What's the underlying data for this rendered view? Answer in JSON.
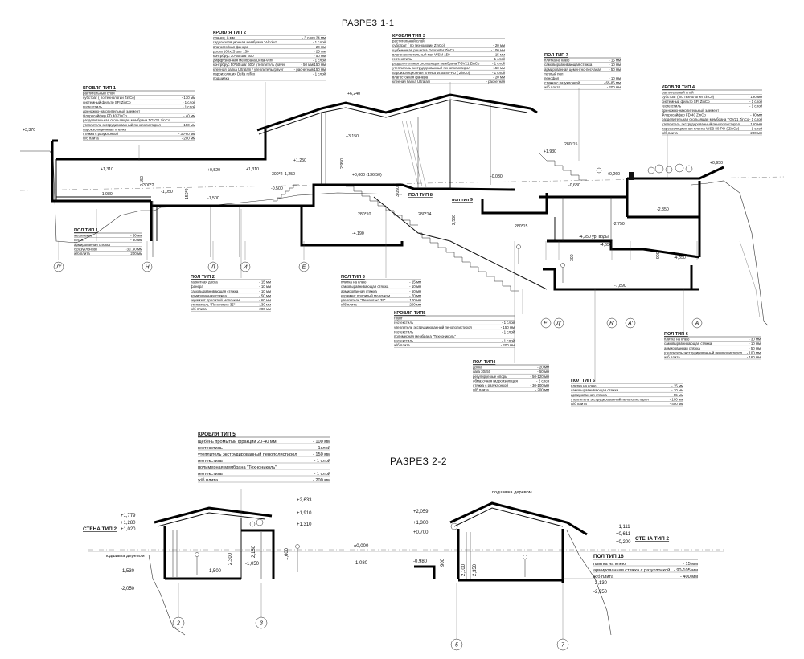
{
  "section1": {
    "title": "РАЗРЕЗ 1-1",
    "labels": [
      {
        "title": "КРОВЛЯ ТИП 1",
        "layers": [
          [
            "растительный слой",
            ""
          ],
          [
            "субстрат ( по технологии ZinCo)",
            "- 130 мм"
          ],
          [
            "системный фильтр SFI ZinCo",
            "- 1 слой"
          ],
          [
            "геотекстиль",
            "- 1 слой"
          ],
          [
            "дренажно-накопительный элемент",
            ""
          ],
          [
            "Флоросайфер FD 40 ZinCo",
            "- 40 мм"
          ],
          [
            "разделительная скользящая мембрана TGV21 ZinCo",
            ""
          ],
          [
            "утеплитель экструдированный пенополистирол",
            "- 150 мм"
          ],
          [
            "пароизоляционная пленка",
            ""
          ],
          [
            "стяжка с разуклонкой",
            "- 30-60 мм"
          ],
          [
            "ж/б плита",
            "- 200 мм"
          ]
        ]
      },
      {
        "title": "КРОВЛЯ ТИП 2",
        "layers": [
          [
            "сланец, 8 мм",
            "- 3 слоя 24 мм"
          ],
          [
            "гидроизоляционная мембрана \"Alcobo\"",
            "- 1 слой"
          ],
          [
            "влагостойкая фанера",
            "- 20 мм"
          ],
          [
            "доска 100х25 шаг 150",
            "- 25 мм"
          ],
          [
            "контрбрус 30*50 шаг 600",
            "- 50 мм"
          ],
          [
            "диффузионная мембрана Delta-Vent",
            "- 1 слой"
          ],
          [
            "контрбрус 50*50 шаг 600/ утеплитель /paver",
            "- 50 мм/150 мм"
          ],
          [
            "клееная балка Ultralam / утеплитель /paver",
            "- расчетная/150 мм"
          ],
          [
            "пароизоляция Delta reflex",
            "- 1 слой"
          ],
          [
            "подшивка",
            ""
          ]
        ]
      },
      {
        "title": "КРОВЛЯ ТИП 3",
        "layers": [
          [
            "растительный слой",
            ""
          ],
          [
            "субстрат ( по технологии ZinCo)",
            "- 20 мм"
          ],
          [
            "щебеночная решетка Georaster ZinCo",
            "- 100 мм"
          ],
          [
            "влагонакопительный мат WSM 150",
            "- 15 мм"
          ],
          [
            "геотекстиль",
            "- 1 слой"
          ],
          [
            "разделительная скользящая мембрана TGV21 ZinCo",
            "- 1 слой"
          ],
          [
            "утеплитель экструдированный пенополистирол",
            "- 150 мм"
          ],
          [
            "пароизоляционная пленка WSB 80-PO ( ZinCo)",
            "- 1 слой"
          ],
          [
            "влагостойкая фанера",
            "- 20 мм"
          ],
          [
            "клееная балка Ultralam",
            "- расчетная"
          ]
        ]
      },
      {
        "title": "ПОЛ ТИП 7",
        "layers": [
          [
            "плитка на клею",
            "- 15 мм"
          ],
          [
            "самовыравнивающая стяжка",
            "- 10 мм"
          ],
          [
            "армированная цементно-песчаная",
            "- 50 мм"
          ],
          [
            "теплый пол",
            ""
          ],
          [
            "пенофол",
            "- 10 мм"
          ],
          [
            "стяжка с разуклонкой",
            "- 65-85 мм"
          ],
          [
            "ж/б плита",
            "- 200 мм"
          ]
        ]
      },
      {
        "title": "КРОВЛЯ ТИП 4",
        "layers": [
          [
            "растительный слой",
            ""
          ],
          [
            "субстрат ( по технологии ZinCo)",
            "- 190 мм"
          ],
          [
            "системный фильтр SFI ZinCo",
            "- 1 слой"
          ],
          [
            "геотекстиль",
            "- 1 слой"
          ],
          [
            "дренажно-накопительный элемент",
            ""
          ],
          [
            "Флоросайфер FD 40 ZinCo",
            "- 40 мм"
          ],
          [
            "разделительная скользящая мембрана TGV21 ZinCo",
            "- 1 слой"
          ],
          [
            "утеплитель экструдированный пенополистирол",
            "- 150 мм"
          ],
          [
            "пароизоляционная пленка WSB 80-PO ( ZinCo)",
            "- 1 слой"
          ],
          [
            "ж/б плита",
            "- 200 мм"
          ]
        ]
      },
      {
        "title": "ПОЛ ТИП 1",
        "layers": [
          [
            "мешковина",
            "- 50 мм"
          ],
          [
            "песок",
            "- 30 мм"
          ],
          [
            "армированная стяжка",
            ""
          ],
          [
            "с разуклонкой",
            "- 30..90 мм"
          ],
          [
            "ж/б плита",
            "- 200 мм"
          ]
        ]
      },
      {
        "title": "ПОЛ ТИП 2",
        "layers": [
          [
            "паркетная доска",
            "- 15 мм"
          ],
          [
            "фанера",
            "- 10 мм"
          ],
          [
            "самовыравнивающая стяжка",
            "- 10 мм"
          ],
          [
            "армированная стяжка",
            "- 50 мм"
          ],
          [
            "керамзит пролитый молочком",
            "- 60 мм"
          ],
          [
            "утеплитель \"Пеноплэкс 35\"",
            "- 130 мм"
          ],
          [
            "ж/б плита",
            "- 200 мм"
          ]
        ]
      },
      {
        "title": "ПОЛ ТИП 3",
        "layers": [
          [
            "плитка на клею",
            "- 15 мм"
          ],
          [
            "самовыравнивающая стяжка",
            "- 10 мм"
          ],
          [
            "армированная стяжка",
            "- 50 мм"
          ],
          [
            "керамзит пролитый молочком",
            "- 70 мм"
          ],
          [
            "утеплитель \"Пеноплэкс 35\"",
            "- 100 мм"
          ],
          [
            "ж/б плита",
            "- 200 мм"
          ]
        ]
      },
      {
        "title": "КРОВЛЯ ТИП5",
        "layers": [
          [
            "грунт",
            ""
          ],
          [
            "геотекстиль",
            "- 1 слой"
          ],
          [
            "утеплитель экструдированный пенополистирол",
            "- 150 мм"
          ],
          [
            "геотекстиль",
            "- 1 слой"
          ],
          [
            "полимерная мембрана \"Технониколь\"",
            ""
          ],
          [
            "геотекстиль",
            "- 1 слой"
          ],
          [
            "ж/б плита",
            "- 200 мм"
          ]
        ]
      },
      {
        "title": "ПОЛ ТИП4",
        "layers": [
          [
            "доска",
            "- 20 мм"
          ],
          [
            "лага 30х50",
            "- 50 мм"
          ],
          [
            "регулируемые опоры",
            "- 50-120 мм"
          ],
          [
            "обмазочная гидроизоляция",
            "- 2 слоя"
          ],
          [
            "стяжка с разуклонкой",
            "- 30-100 мм"
          ],
          [
            "ж/б плита",
            "- 200 мм"
          ]
        ]
      },
      {
        "title": "ПОЛ ТИП 5",
        "layers": [
          [
            "плитка на клею",
            "- 15 мм"
          ],
          [
            "самовыравнивающая стяжка",
            "- 10 мм"
          ],
          [
            "армированная стяжка",
            "- 55 мм"
          ],
          [
            "утеплитель экструдированный пенополистирол",
            "- 100 мм"
          ],
          [
            "ж/б плита",
            "- 400 мм"
          ]
        ]
      },
      {
        "title": "ПОЛ ТИП 6",
        "layers": [
          [
            "плитка на клею",
            "- 30 мм"
          ],
          [
            "самовыравнивающая стяжка",
            "- 10 мм"
          ],
          [
            "армированная стяжка",
            "- 50 мм"
          ],
          [
            "утеплитель экструдированный пенополистирол",
            "- 100 мм"
          ],
          [
            "ж/б плита",
            "- 160 мм"
          ]
        ]
      }
    ],
    "elevations": [
      "+3,370",
      "+6,240",
      "+1,310",
      "+0,520",
      "+1,310",
      "-1,080",
      "-1,050",
      "+1,250",
      "-1,500",
      "+3,150",
      "-0,500",
      "+0,000 (136,50)",
      "-4,190",
      "-0,030",
      "+1,930",
      "-0,630",
      "+0,950",
      "+0,260",
      "-2,350",
      "-2,750",
      "-4,350 ур. воды",
      "-4,650",
      "-4,850",
      "-7,890"
    ],
    "dimensions": [
      "2,150",
      "300*2",
      "300*2",
      "1,250",
      "150*9",
      "2,950",
      "280*10",
      "280*14",
      "2,550",
      "280*15",
      "280*15",
      "300",
      "3,050",
      "900"
    ],
    "room_labels": [
      "ПОЛ ТИП 8",
      "пол тип 9"
    ],
    "axes": [
      "Л'",
      "Н",
      "Л",
      "И",
      "Е",
      "Е'",
      "Д'",
      "Б'",
      "А'",
      "А"
    ]
  },
  "section2": {
    "title": "РАЗРЕЗ 2-2",
    "roof5": {
      "title": "КРОВЛЯ ТИП 5",
      "layers": [
        [
          "щебень промытый фракции 20-40 мм",
          "- 100 мм"
        ],
        [
          "геотекстиль",
          "- 1слой"
        ],
        [
          "утеплитель экструдированный пенополистирол",
          "- 150 мм"
        ],
        [
          "геотекстиль",
          "- 1 слой"
        ],
        [
          "полимерная мембрана \"Технониколь\"",
          ""
        ],
        [
          "геотекстиль",
          "- 1 слой"
        ],
        [
          "ж/б плита",
          "- 200 мм"
        ]
      ]
    },
    "floor16": {
      "title": "ПОЛ ТИП 16",
      "layers": [
        [
          "плитка на клею",
          "- 15 мм"
        ],
        [
          "армированная стяжка с разуклонкой",
          "- 90-105 мм"
        ],
        [
          "ж/б плита",
          "- 400 мм"
        ]
      ]
    },
    "wall_label": "СТЕНА ТИП 2",
    "wall_label_right": "СТЕНА ТИП 2",
    "soffit": "подшивка деревом",
    "soffit_right": "подшивка деревом",
    "elev_left": [
      "+1,779",
      "+1,280",
      "+1,020",
      "-1,530",
      "-2,050"
    ],
    "elev_mid": [
      "+2,633",
      "+1,910",
      "+1,310",
      "-1,500",
      "-1,050",
      "±0,000",
      "-1,080"
    ],
    "elev_right_a": [
      "+2,059",
      "+1,300",
      "+0,700",
      "-0,980"
    ],
    "elev_right_b": [
      "+1,111",
      "+0,611",
      "+0,200",
      "-2,130",
      "-2,650"
    ],
    "dims": [
      "2,300",
      "2,150",
      "1,600",
      "2,100",
      "2,350",
      "900"
    ],
    "axes": [
      "2",
      "3",
      "5",
      "7"
    ]
  }
}
